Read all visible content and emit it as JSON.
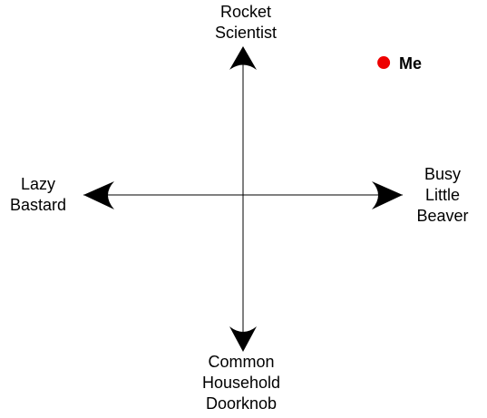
{
  "chart_data": {
    "type": "scatter",
    "title": "",
    "xlabel": "",
    "ylabel": "",
    "xlim": [
      -1,
      1
    ],
    "ylim": [
      -1,
      1
    ],
    "grid": false,
    "legend": "none",
    "axes": {
      "x_negative": [
        "Lazy",
        "Bastard"
      ],
      "x_positive": [
        "Busy",
        "Little",
        "Beaver"
      ],
      "y_positive": [
        "Rocket",
        "Scientist"
      ],
      "y_negative": [
        "Common",
        "Household",
        "Doorknob"
      ]
    },
    "points": [
      {
        "label": "Me",
        "x": 1.1,
        "y": 1.05,
        "color": "#ee0000"
      }
    ]
  }
}
